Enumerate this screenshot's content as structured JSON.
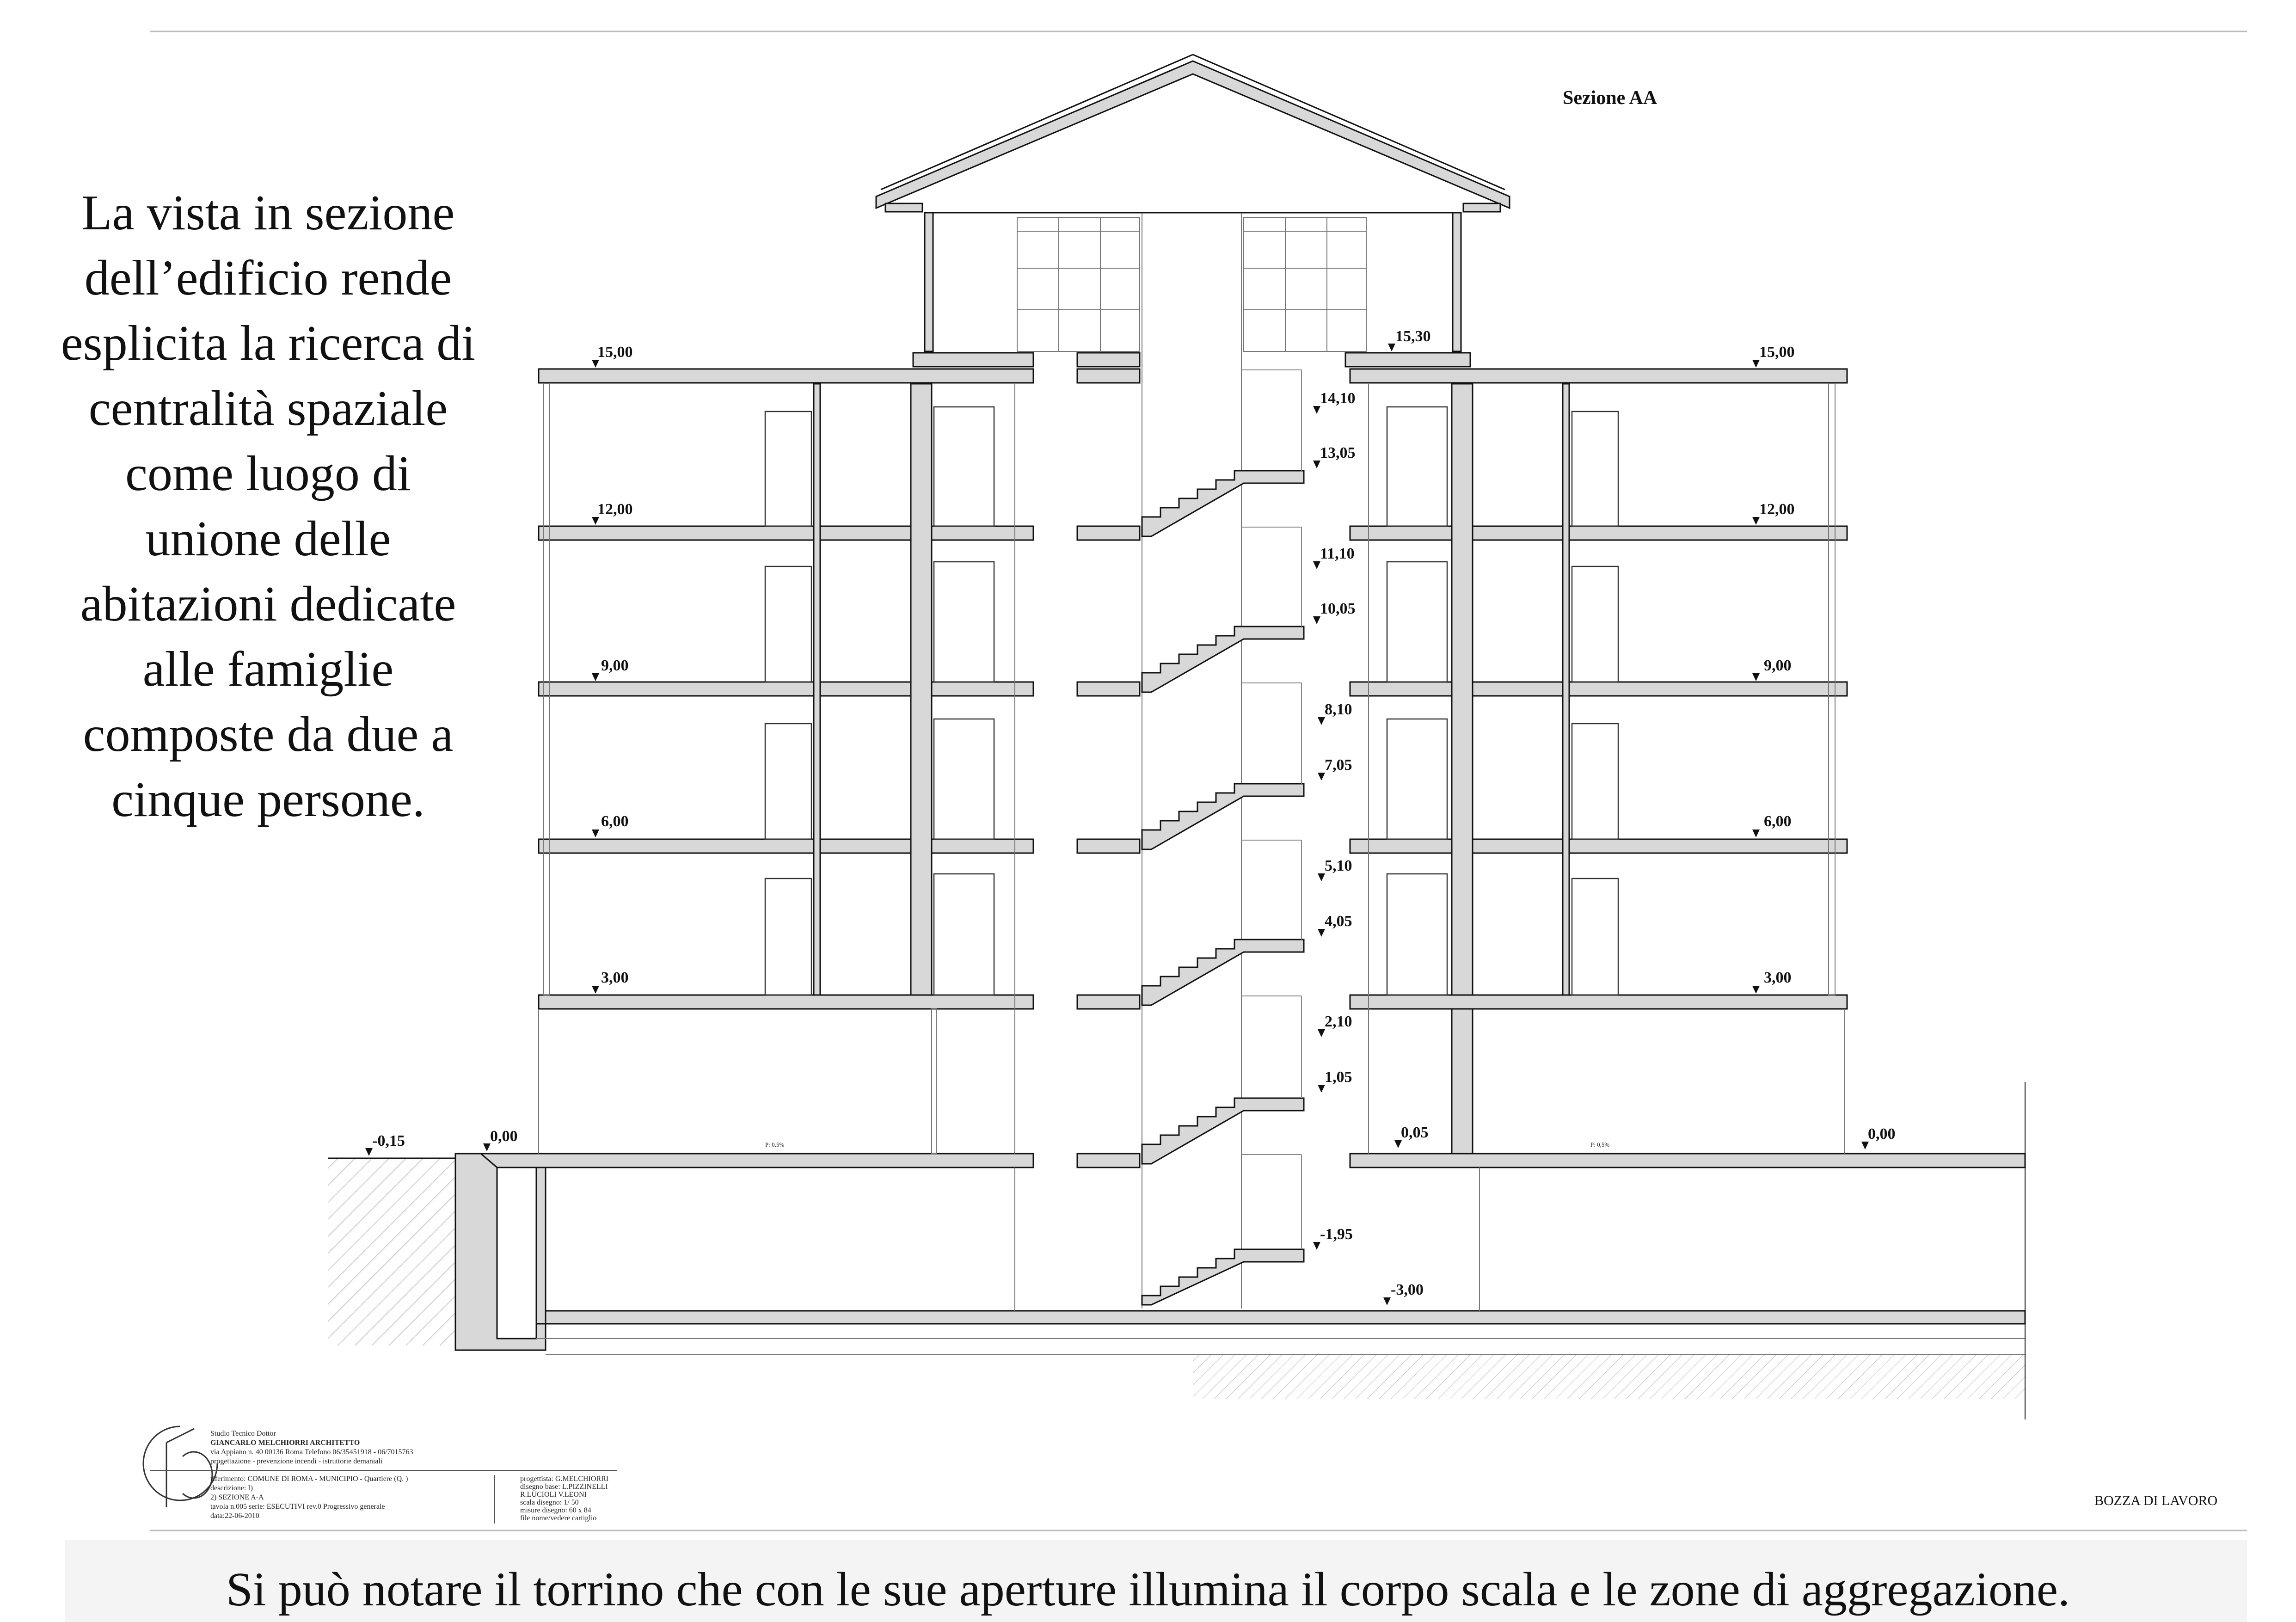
{
  "drawing": {
    "title": "Sezione AA",
    "stamp": "BOZZA DI LAVORO",
    "levels_left": [
      "15,00",
      "12,00",
      "9,00",
      "6,00",
      "3,00"
    ],
    "levels_right": [
      "15,00",
      "12,00",
      "9,00",
      "6,00",
      "3,00"
    ],
    "levels_stair": [
      "14,10",
      "13,05",
      "11,10",
      "10,05",
      "8,10",
      "7,05",
      "5,10",
      "4,05",
      "2,10",
      "1,05",
      "-1,95"
    ],
    "level_tower": "15,30",
    "level_ground_left_outer": "-0,15",
    "level_ground_left": "0,00",
    "level_ground_mid": "0,05",
    "level_ground_right": "0,00",
    "level_basement": "-3,00",
    "slope_left": "P: 0,5%",
    "slope_right": "P: 0,5%"
  },
  "titleblock": {
    "studio_line1": "Studio Tecnico Dottor",
    "studio_line2": "GIANCARLO MELCHIORRI ARCHITETTO",
    "studio_line3": "via Appiano n. 40   00136 Roma   Telefono 06/35451918 - 06/7015763",
    "studio_line4": "progettazione      -      prevenzione incendi      -      istruttorie demaniali",
    "ref_line": "riferimento: COMUNE DI ROMA - MUNICIPIO        - Quartiere        (Q.   )",
    "desc_line1": "descrizione: I)",
    "desc_line2": "2) SEZIONE A-A",
    "tav_line": "tavola n.005  serie: ESECUTIVI  rev.0       Progressivo generale",
    "date_line": "data:22-06-2010",
    "proj_line1": "progettista: G.MELCHIORRI",
    "proj_line2": "disegno base: L.PIZZINELLI",
    "proj_line3": "R.LUCIOLI  V.LEONI",
    "proj_line4": "scala disegno: 1/ 50",
    "proj_line5": "misure disegno: 60 x 84",
    "proj_line6": "file nome/vedere cartiglio"
  },
  "left_text": "La vista in sezione dell’edificio rende esplicita la ricerca di centralità spaziale come luogo di unione delle abitazioni dedicate alle famiglie composte da due a cinque persone.",
  "bottom_caption": "Si può notare il torrino che con le sue aperture illumina il corpo scala e le zone di aggregazione."
}
